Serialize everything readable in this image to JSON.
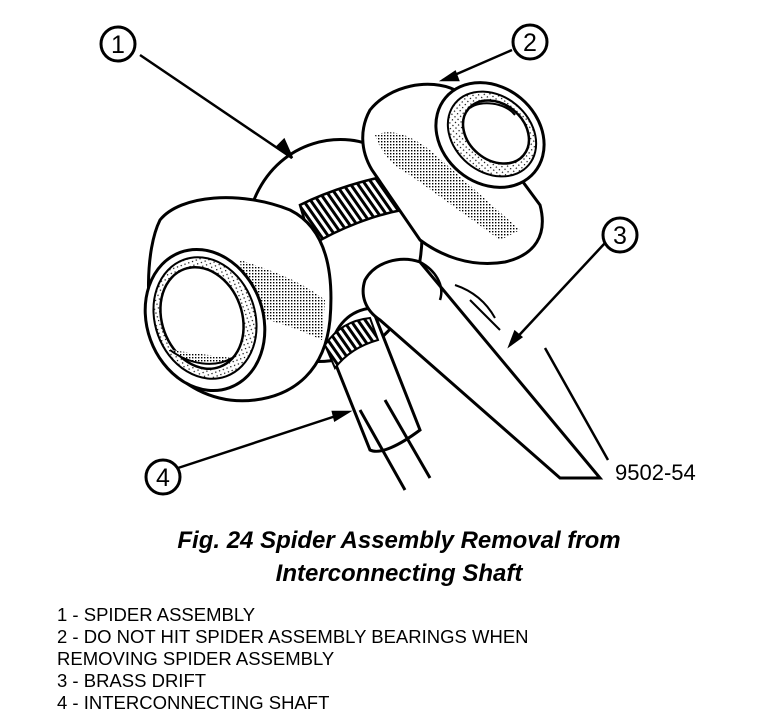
{
  "figure": {
    "callouts": [
      "1",
      "2",
      "3",
      "4"
    ],
    "part_code": "9502-54"
  },
  "caption": {
    "line1": "Fig. 24 Spider Assembly Removal from",
    "line2": "Interconnecting Shaft"
  },
  "legend": [
    "1 - SPIDER ASSEMBLY",
    "2 - DO NOT HIT SPIDER ASSEMBLY BEARINGS WHEN\nREMOVING SPIDER ASSEMBLY",
    "3 - BRASS DRIFT",
    "4 - INTERCONNECTING SHAFT"
  ],
  "colors": {
    "ink": "#000000",
    "shade": "#bdbdbd",
    "light_shade": "#dedede"
  }
}
